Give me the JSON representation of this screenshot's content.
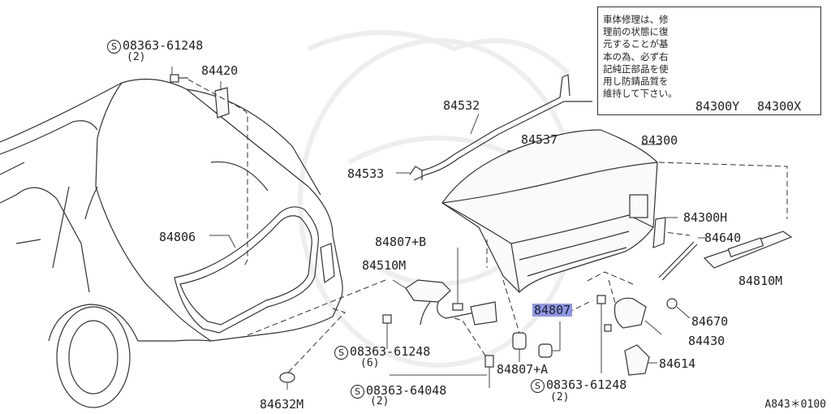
{
  "labels": {
    "bolt_top": "08363-61248",
    "bolt_top_qty": "(2)",
    "p84420": "84420",
    "p84532": "84532",
    "p84537": "84537",
    "p84533": "84533",
    "p84300": "84300",
    "p84806": "84806",
    "p84807B": "84807+B",
    "p84510M": "84510M",
    "p84300H": "84300H",
    "p84640": "84640",
    "p84810M": "84810M",
    "p84807": "84807",
    "p84670": "84670",
    "p84430": "84430",
    "bolt_mid": "08363-61248",
    "bolt_mid_qty": "(6)",
    "p84614": "84614",
    "p84807A": "84807+A",
    "bolt_low": "08363-64048",
    "bolt_low_qty": "(2)",
    "bolt_right": "08363-61248",
    "bolt_right_qty": "(2)",
    "p84632M": "84632M",
    "p84300Y": "84300Y",
    "p84300X": "84300X",
    "s_symbol": "S"
  },
  "note": "車体修理は、修\n理前の状態に復\n元することが基\n本の為、必ず右\n記純正部品を使\n用し防錆品質を\n維持して下さい。",
  "footer": "A843＊0100"
}
